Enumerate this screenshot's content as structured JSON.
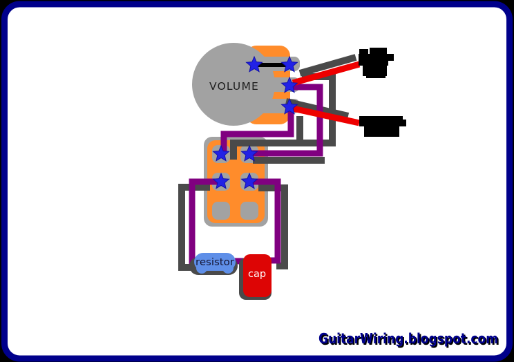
{
  "watermark": {
    "text": "GuitarWiring.blogspot.com"
  },
  "components": {
    "volume_pot": {
      "label": "VOLUME",
      "type": "potentiometer",
      "lugs": 3
    },
    "switch": {
      "type": "slide-switch",
      "pads": 6,
      "soldered_lugs": 4
    },
    "resistor": {
      "label": "resistor"
    },
    "capacitor": {
      "label": "cap"
    }
  },
  "wires": [
    {
      "color": "black",
      "from": "volume-pot-casing",
      "to": "volume-pot-lug-top"
    },
    {
      "color": "red",
      "from": "volume-pot-lug-middle",
      "to": "black-label-blob-top"
    },
    {
      "color": "red",
      "from": "volume-pot-lug-bottom",
      "to": "black-label-blob-bottom"
    },
    {
      "color": "purple",
      "from": "volume-pot-lug-middle",
      "to": "switch-lug-top-right"
    },
    {
      "color": "purple",
      "from": "volume-pot-lug-bottom",
      "to": "switch-lug-top-left"
    },
    {
      "color": "purple",
      "from": "switch-lug-mid-left",
      "to": "resistor"
    },
    {
      "color": "purple",
      "from": "resistor",
      "to": "capacitor"
    },
    {
      "color": "purple",
      "from": "switch-lug-mid-right",
      "to": "capacitor"
    }
  ],
  "colors": {
    "border_navy": "#00008b",
    "background_black": "#000000",
    "canvas_white": "#ffffff",
    "metal_gray": "#a2a2a2",
    "component_orange": "#ff8c2b",
    "lug_blue": "#2222e6",
    "wire_purple": "#800080",
    "wire_red": "#ee0000",
    "wire_black": "#000000",
    "shadow_gray": "#4a4a4a",
    "resistor_blue": "#5f8fe8",
    "cap_red": "#dd0505"
  }
}
